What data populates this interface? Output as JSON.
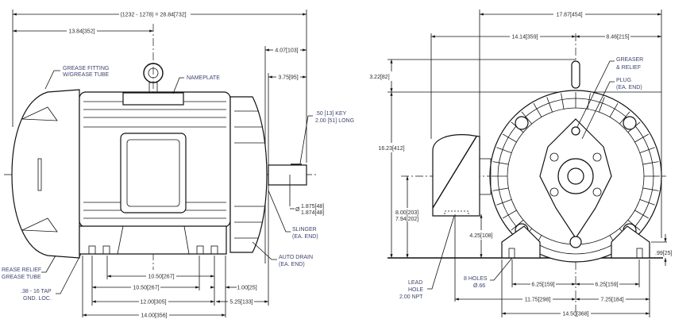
{
  "left_view": {
    "dimensions": {
      "overall_length": "(1232 - 1278) = 28.84[732]",
      "to_eyebolt": "13.84[352]",
      "shaft_extension_1": "4.07[103]",
      "shaft_extension_2": "3.75[95]",
      "shaft_diameter_max": "1.875[48]",
      "shaft_diameter_min": "1.874[48]",
      "foot_holes_1": "10.50[267]",
      "foot_holes_2": "10.50[267]",
      "foot_edge": "1.00[25]",
      "foot_holes_span": "12.00[305]",
      "foot_to_shoulder": "5.25[133]",
      "base_length": "14.00[356]"
    },
    "labels": {
      "grease_fitting_1": "GREASE FITTING",
      "grease_fitting_2": "W/GREASE TUBE",
      "nameplate": "NAMEPLATE",
      "key_1": ".50 [13] KEY",
      "key_2": "2.00 [51] LONG",
      "slinger_1": "SLINGER",
      "slinger_2": "(EA. END)",
      "auto_drain_1": "AUTO DRAIN",
      "auto_drain_2": "(EA. END)",
      "grease_relief_1": "REASE RELIEF",
      "grease_relief_2": "GREASE TUBE",
      "tap_1": ".38 - 16 TAP",
      "tap_2": "GND. LOC.",
      "diameter_symbol": "Ø"
    }
  },
  "right_view": {
    "dimensions": {
      "overall_width": "17.87[454]",
      "to_conduit": "14.14[359]",
      "center_to_side": "8.46[215]",
      "eyebolt_height": "3.22[82]",
      "overall_height": "16.23[412]",
      "shaft_height_max": "8.00[203]",
      "shaft_height_min": "7.94[202]",
      "lead_hole_height": "4.25[108]",
      "foot_thickness": ".99[25]",
      "hole_left": "6.25[159]",
      "hole_right": "6.25[159]",
      "base_left": "11.75[298]",
      "base_right": "7.25[184]",
      "base_width": "14.50[368]"
    },
    "labels": {
      "greaser_1": "GREASER",
      "greaser_2": "& RELIEF",
      "plug_1": "PLUG",
      "plug_2": "(EA. END)",
      "lead_1": "LEAD",
      "lead_2": "HOLE",
      "lead_3": "2.00 NPT",
      "holes_1": "8 HOLES",
      "holes_2": "Ø.66"
    }
  }
}
